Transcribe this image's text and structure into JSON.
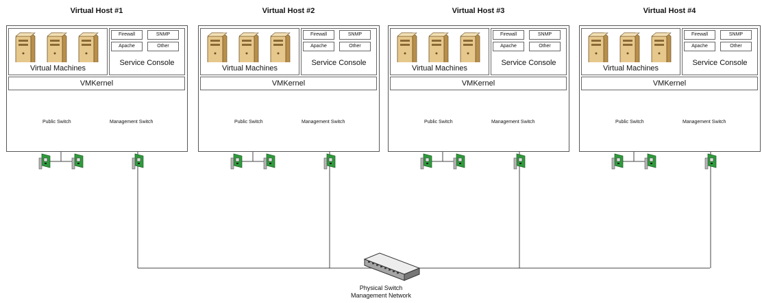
{
  "hosts": [
    {
      "title": "Virtual Host #1"
    },
    {
      "title": "Virtual Host #2"
    },
    {
      "title": "Virtual Host #3"
    },
    {
      "title": "Virtual Host #4"
    }
  ],
  "labels": {
    "virtual_machines": "Virtual Machines",
    "service_console": "Service Console",
    "vmkernel": "VMKernel",
    "public_switch": "Public Switch",
    "management_switch": "Management Switch",
    "services": [
      "Firewall",
      "SNMP",
      "Apache",
      "Other"
    ]
  },
  "physical_switch": {
    "line1": "Physical Switch",
    "line2": "Management Network"
  },
  "colors": {
    "server_body": "#e7c88c",
    "server_shadow": "#b88f4a",
    "nic_green": "#2f9b3c",
    "line": "#444444"
  },
  "icons": [
    "server-icon",
    "network-switch-icon",
    "nic-card-icon",
    "physical-switch-icon"
  ]
}
